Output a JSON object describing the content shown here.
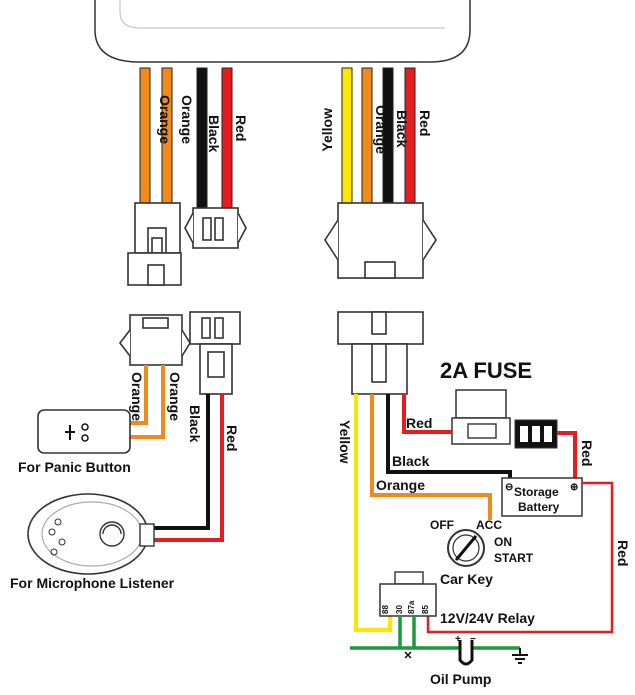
{
  "colors": {
    "orange": "#f08a1a",
    "black": "#111111",
    "red": "#e41e1e",
    "yellow": "#ffe600",
    "green": "#1a9a3a"
  },
  "top_left_wires": [
    "Orange",
    "Orange",
    "Black",
    "Red"
  ],
  "top_right_wires": [
    "Yellow",
    "Orange",
    "Black",
    "Red"
  ],
  "panic_wires": [
    "Orange",
    "Orange"
  ],
  "mic_wires": [
    "Black",
    "Red"
  ],
  "panic_button_label": "For Panic Button",
  "microphone_label": "For Microphone Listener",
  "fuse_label": "2A FUSE",
  "wire_labels": {
    "red_fuse": "Red",
    "red_battery": "Red",
    "black_battery": "Black",
    "orange_acc": "Orange",
    "yellow_relay": "Yellow",
    "red_relay": "Red"
  },
  "battery": {
    "line1": "Storage",
    "line2": "Battery",
    "neg": "⊖",
    "pos": "⊕"
  },
  "key": {
    "off": "OFF",
    "acc": "ACC",
    "on": "ON",
    "start": "START",
    "label": "Car Key"
  },
  "relay": {
    "label": "12V/24V Relay",
    "pins": [
      "88",
      "30",
      "87a",
      "85"
    ]
  },
  "oil_pump_label": "Oil Pump",
  "icons": [
    "panic-button-icon",
    "microphone-icon",
    "fuse-icon",
    "battery-icon",
    "car-key-icon",
    "relay-icon",
    "ground-icon",
    "oil-pump-icon"
  ]
}
